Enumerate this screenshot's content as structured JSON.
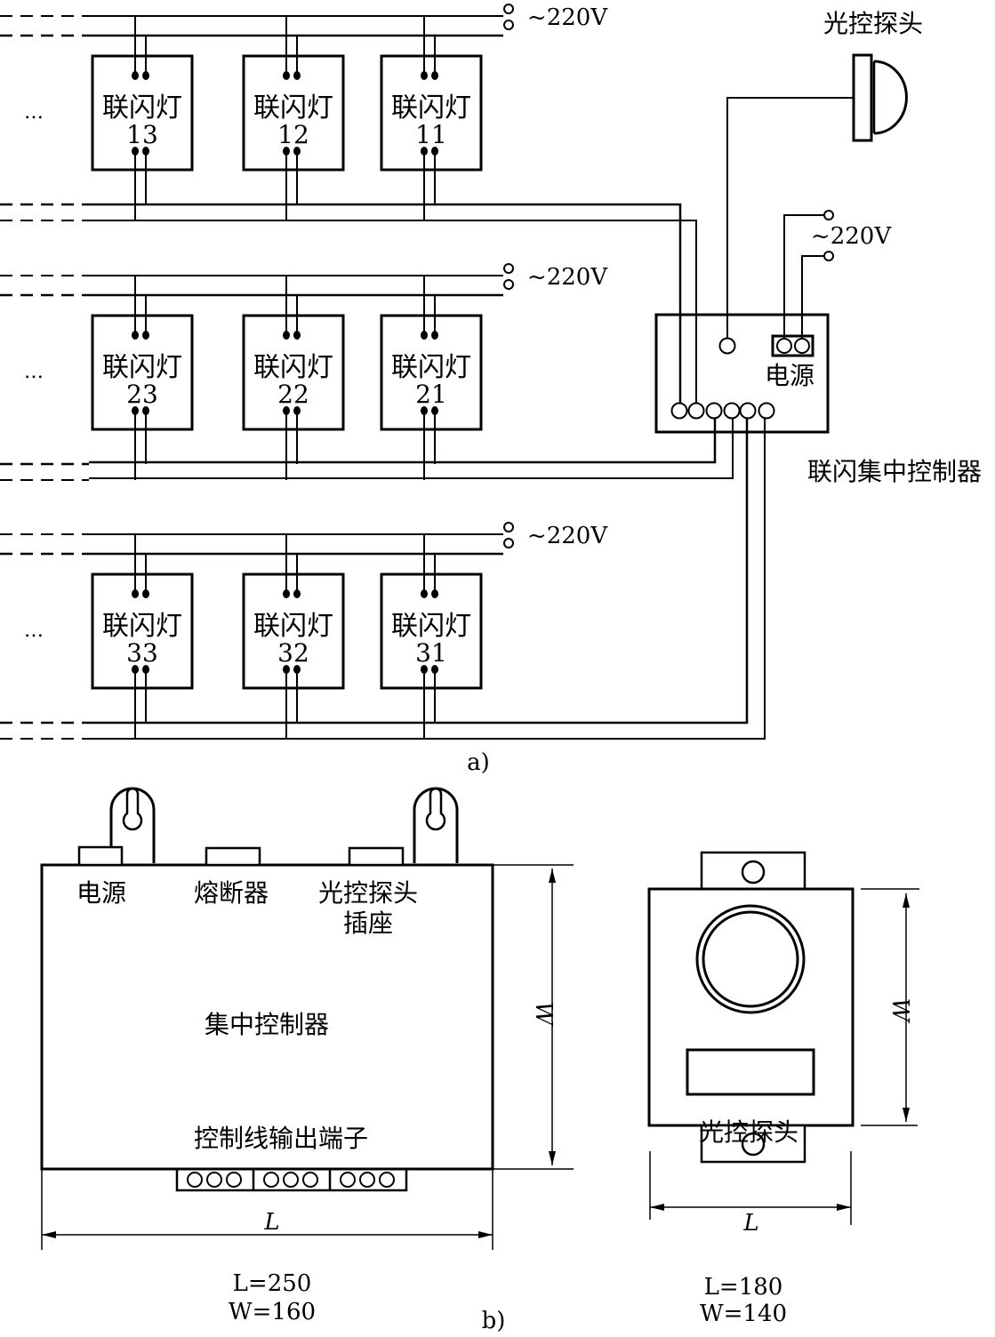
{
  "figure_a": {
    "caption": "a)",
    "voltage_label": "~220V",
    "ellipsis": "…",
    "lamp_name": "联闪灯",
    "rows": [
      {
        "lamps": [
          "13",
          "12",
          "11"
        ]
      },
      {
        "lamps": [
          "23",
          "22",
          "21"
        ]
      },
      {
        "lamps": [
          "33",
          "32",
          "31"
        ]
      }
    ],
    "light_probe_label": "光控探头",
    "controller": {
      "power_label": "电源",
      "supply_voltage": "~220V",
      "name": "联闪集中控制器"
    }
  },
  "figure_b": {
    "caption": "b)",
    "controller": {
      "power_label": "电源",
      "fuse_label": "熔断器",
      "probe_socket_line1": "光控探头",
      "probe_socket_line2": "插座",
      "body_label": "集中控制器",
      "terminal_label": "控制线输出端子",
      "dim_L": "L",
      "dim_W": "W",
      "spec_L": "L=250",
      "spec_W": "W=160"
    },
    "probe": {
      "body_label": "光控探头",
      "dim_L": "L",
      "dim_W": "W",
      "spec_L": "L=180",
      "spec_W": "W=140"
    }
  }
}
